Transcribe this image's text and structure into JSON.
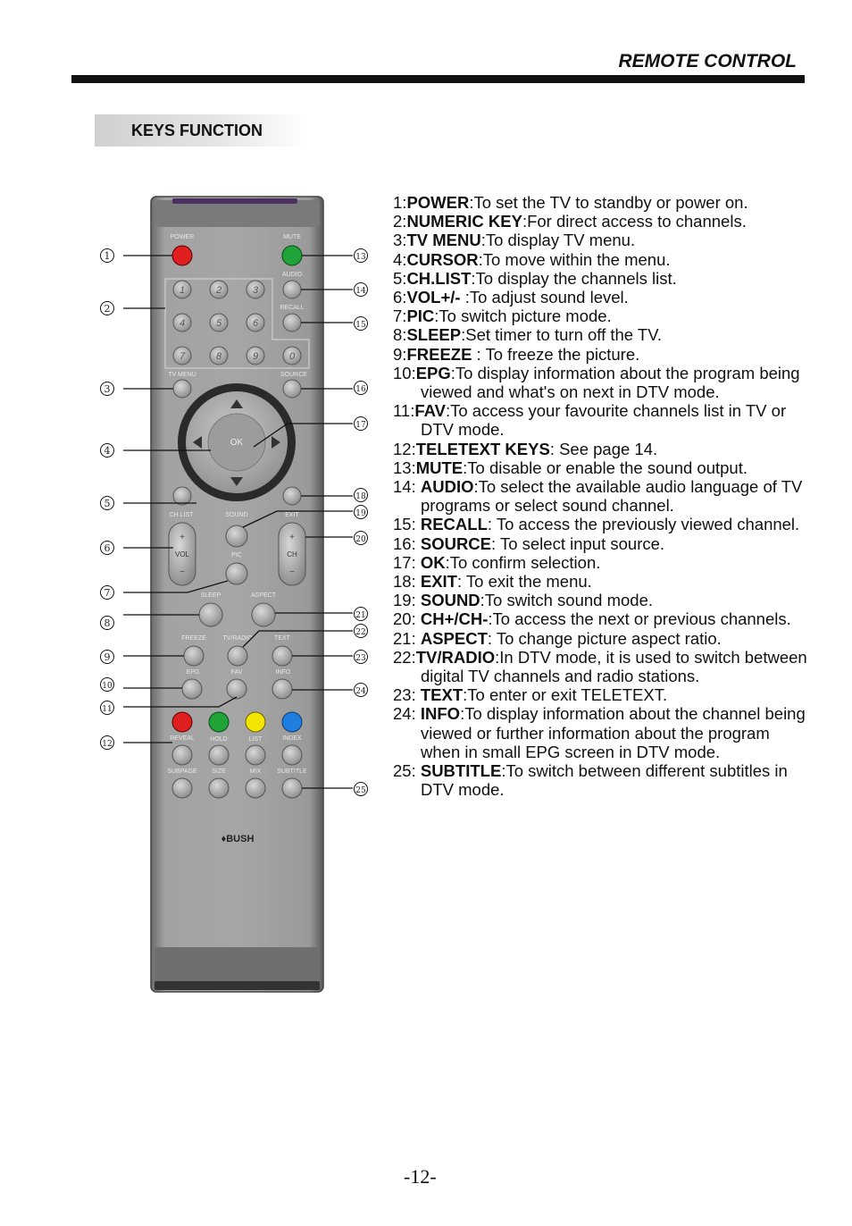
{
  "header": {
    "title": "REMOTE CONTROL"
  },
  "section": {
    "title": "KEYS FUNCTION"
  },
  "remote": {
    "brand": "♦BUSH",
    "labels": {
      "power": "POWER",
      "mute": "MUTE",
      "audio": "AUDIO",
      "recall": "RECALL",
      "tv_menu": "TV MENU",
      "source": "SOURCE",
      "ok": "OK",
      "ch_list": "CH.LIST",
      "sound": "SOUND",
      "exit": "EXIT",
      "vol": "VOL",
      "pic": "PIC",
      "ch": "CH",
      "sleep": "SLEEP",
      "aspect": "ASPECT",
      "freeze": "FREEZE",
      "tv_radio": "TV/RADIO",
      "text": "TEXT",
      "epg": "EPG",
      "fav": "FAV",
      "info": "INFO",
      "reveal": "REVEAL",
      "hold": "HOLD",
      "list": "LIST",
      "index": "INDEX",
      "subpage": "SUBPAGE",
      "size": "SIZE",
      "mix": "MIX",
      "subtitle": "SUBTITLE",
      "plus": "+",
      "minus": "−"
    },
    "digits": [
      "1",
      "2",
      "3",
      "4",
      "5",
      "6",
      "7",
      "8",
      "9",
      "0"
    ],
    "callout_numbers": [
      "1",
      "2",
      "3",
      "4",
      "5",
      "6",
      "7",
      "8",
      "9",
      "10",
      "11",
      "12",
      "13",
      "14",
      "15",
      "16",
      "17",
      "18",
      "19",
      "20",
      "21",
      "22",
      "23",
      "24",
      "25"
    ]
  },
  "functions": [
    {
      "num": "1:",
      "key": "POWER",
      "desc": ":To set the TV to standby or power on."
    },
    {
      "num": "2:",
      "key": "NUMERIC KEY",
      "desc": ":For direct access to channels."
    },
    {
      "num": "3:",
      "key": "TV MENU",
      "desc": ":To display TV menu."
    },
    {
      "num": "4:",
      "key": "CURSOR",
      "desc": ":To move within the menu."
    },
    {
      "num": "5:",
      "key": "CH.LIST",
      "desc": ":To display the channels list."
    },
    {
      "num": "6:",
      "key": "VOL+/-",
      "desc": " :To adjust sound level."
    },
    {
      "num": "7:",
      "key": "PIC",
      "desc": ":To switch picture mode."
    },
    {
      "num": "8:",
      "key": "SLEEP",
      "desc": ":Set timer to turn off the TV."
    },
    {
      "num": "9:",
      "key": "FREEZE",
      "desc": " : To freeze the picture."
    },
    {
      "num": "10:",
      "key": "EPG",
      "desc": ":To display information about the program being viewed and what's on next in DTV mode."
    },
    {
      "num": "11:",
      "key": "FAV",
      "desc": ":To access your favourite channels list in TV or DTV mode."
    },
    {
      "num": "12:",
      "key": "TELETEXT KEYS",
      "desc": ": See page 14."
    },
    {
      "num": "13:",
      "key": "MUTE",
      "desc": ":To disable or enable the sound output."
    },
    {
      "num": "14: ",
      "key": "AUDIO",
      "desc": ":To select the available audio language of TV programs or select sound channel."
    },
    {
      "num": "15: ",
      "key": "RECALL",
      "desc": ": To access the previously viewed channel."
    },
    {
      "num": "16: ",
      "key": "SOURCE",
      "desc": ": To select input source."
    },
    {
      "num": "17: ",
      "key": "OK",
      "desc": ":To confirm selection."
    },
    {
      "num": "18: ",
      "key": "EXIT",
      "desc": ": To exit  the menu."
    },
    {
      "num": "19: ",
      "key": "SOUND",
      "desc": ":To switch sound mode."
    },
    {
      "num": "20: ",
      "key": "CH+/CH-",
      "desc": ":To access the next or previous channels."
    },
    {
      "num": "21: ",
      "key": "ASPECT",
      "desc": ": To change picture aspect ratio."
    },
    {
      "num": "22:",
      "key": "TV/RADIO",
      "desc": ":In DTV mode, it is used  to switch between digital TV channels and  radio stations."
    },
    {
      "num": "23: ",
      "key": "TEXT",
      "desc": ":To enter or exit TELETEXT."
    },
    {
      "num": "24: ",
      "key": "INFO",
      "desc": ":To display information about the channel being viewed or further information about the  program when in small EPG screen in DTV mode."
    },
    {
      "num": "25: ",
      "key": "SUBTITLE",
      "desc": ":To switch between different subtitles in DTV mode."
    }
  ],
  "colors": {
    "red": "#e02020",
    "green": "#1fa43a",
    "yellow": "#f2e600",
    "blue": "#1e7fe0",
    "body": "#9b9b9b"
  },
  "page_number": "-12-"
}
